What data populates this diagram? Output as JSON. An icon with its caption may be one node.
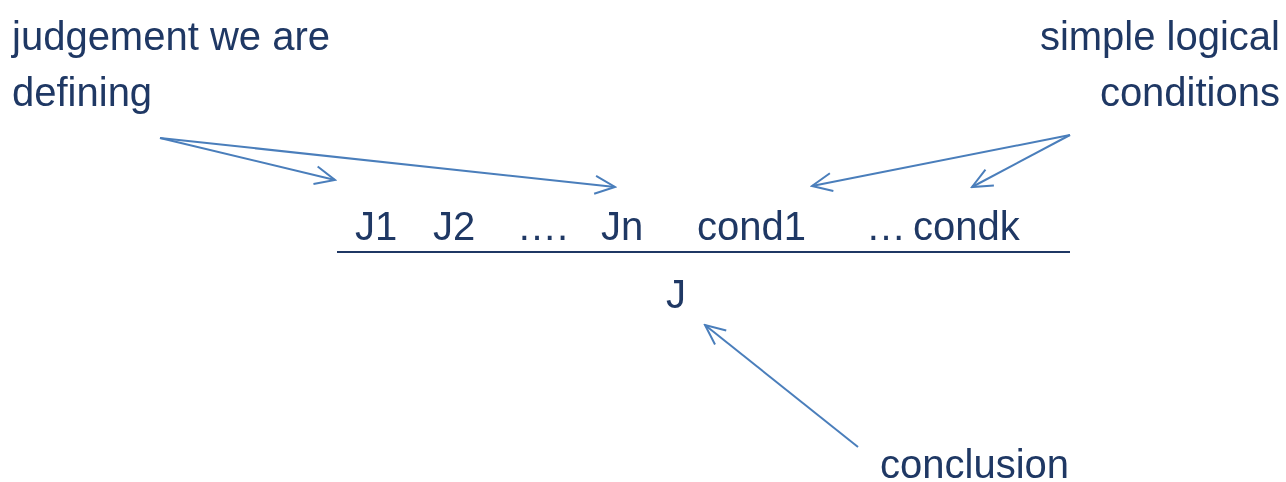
{
  "diagram": {
    "nodes": [
      {
        "text": [
          "judgement we are defining"
        ]
      },
      {
        "text": [
          "simple logical conditions"
        ]
      },
      {
        "text": [
          "J1"
        ]
      },
      {
        "text": [
          "J2"
        ]
      },
      {
        "text": [
          "Jn"
        ]
      },
      {
        "text": [
          "cond1"
        ]
      },
      {
        "text": [
          "condk"
        ]
      },
      {
        "text": [
          "J"
        ]
      },
      {
        "text": [
          "conclusion"
        ]
      }
    ],
    "edges": [
      {
        "from": 0,
        "to": 2,
        "arrow": "to"
      },
      {
        "from": 0,
        "to": 4,
        "arrow": "to"
      },
      {
        "from": 1,
        "to": 5,
        "arrow": "to"
      },
      {
        "from": 1,
        "to": 6,
        "arrow": "to"
      },
      {
        "from": 8,
        "to": 7,
        "arrow": "to"
      }
    ],
    "labels": [
      "….",
      "…"
    ]
  }
}
